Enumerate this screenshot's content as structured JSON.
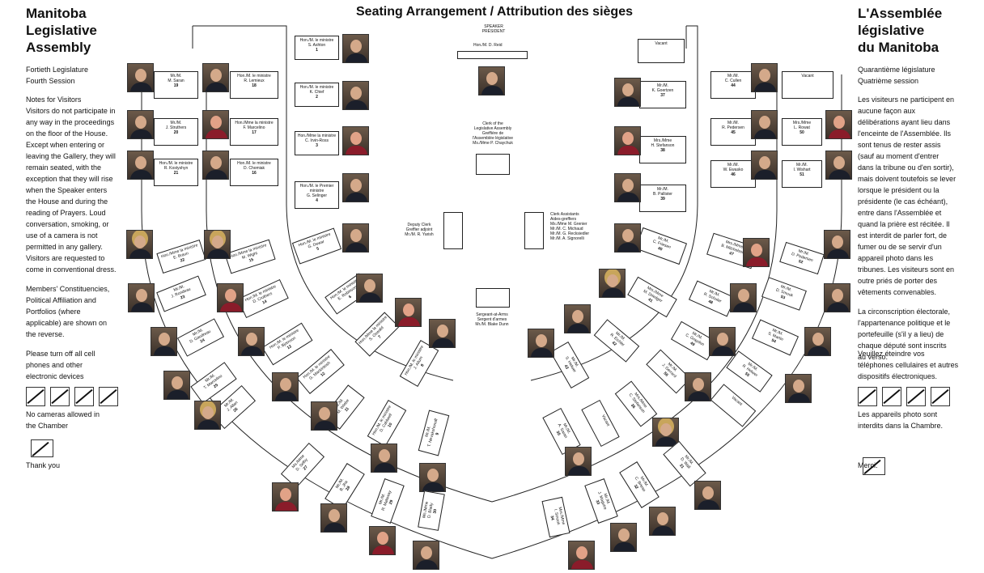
{
  "title": "Seating Arrangement / Attribution des sièges",
  "left": {
    "header": [
      "Manitoba",
      "Legislative",
      "Assembly"
    ],
    "session": [
      "Fortieth Legislature",
      "Fourth Session"
    ],
    "notes_title": "Notes for Visitors",
    "notes": "Visitors do not participate in any way in the proceedings on the floor of the House. Except when entering or leaving the Gallery, they will remain seated, with the exception that they will rise when the Speaker enters the House and during the reading of Prayers. Loud conversation, smoking, or use of a camera is not permitted in any gallery. Visitors are requested to come in conventional dress.",
    "members_note": "Members' Constituencies, Political Affiliation and Portfolios (where applicable) are shown on the reverse.",
    "phones": "Please turn off all cell phones and other electronic devices",
    "cameras": "No cameras allowed in the Chamber",
    "thanks": "Thank you"
  },
  "right": {
    "header": [
      "L'Assemblée",
      "législative",
      "du Manitoba"
    ],
    "session": [
      "Quarantième législature",
      "Quatrième session"
    ],
    "notes": "Les visiteurs ne participent en aucune façon aux délibérations ayant lieu dans l'enceinte de l'Assemblée. Ils sont tenus de rester assis (sauf au moment d'entrer dans la tribune ou d'en sortir), mais doivent toutefois se lever lorsque le président ou la présidente (le cas échéant), entre dans l'Assemblée et quand la prière est récitée. Il est interdit de parler fort, de fumer ou de se servir d'un appareil photo dans les tribunes. Les visiteurs sont en outre priés de porter des vêtements convenables.",
    "members_note": "La circonscription électorale, l'appartenance politique et le portefeuille (s'il y a lieu) de chaque député sont inscrits au verso.",
    "phones": "Veuillez éteindre vos téléphones cellulaires et autres dispositifs électroniques.",
    "cameras": "Les appareils photo sont interdits dans la Chambre.",
    "thanks": "Merci."
  },
  "center": {
    "speaker_title": [
      "SPEAKER",
      "PRÉSIDENT"
    ],
    "speaker_name": "Hon./M. D. Reid",
    "clerk": [
      "Clerk of the",
      "Legislative Assembly",
      "Greffière de",
      "l'Assemblée législative",
      "Ms./Mme P. Chaychuk"
    ],
    "deputy_clerk": [
      "Deputy Clerk",
      "Greffier adjoint",
      "Mr./M. R. Yarish"
    ],
    "clerk_assistants": [
      "Clerk Assistants",
      "Aides-greffiers",
      "Ms./Mme M. Grenier",
      "Mr./M. C. Michaud",
      "Mr./M. G. Recksiedler",
      "Mr./M. A. Signorelli"
    ],
    "sergeant": [
      "Sergeant-at-Arms",
      "Sergent d'armes",
      "Mr./M. Blake Dunn"
    ]
  },
  "seats": [
    {
      "label": "Mr./M.",
      "name": "M. Saran",
      "num": "19"
    },
    {
      "label": "Hon./M. le ministre",
      "name": "R. Lemieux",
      "num": "18"
    },
    {
      "label": "Mr./M.",
      "name": "J. Struthers",
      "num": "20"
    },
    {
      "label": "Hon./Mme la ministre",
      "name": "F. Marcelino",
      "num": "17"
    },
    {
      "label": "Hon./M. le ministre",
      "name": "R. Kostyshyn",
      "num": "21"
    },
    {
      "label": "Hon./M. le ministre",
      "name": "D. Chomiak",
      "num": "16"
    },
    {
      "label": "Hon./M. le ministre",
      "name": "S. Ashton",
      "num": "1"
    },
    {
      "label": "Hon./M. le ministre",
      "name": "K. Chief",
      "num": "2"
    },
    {
      "label": "Hon./Mme la ministre",
      "name": "C. Irvin-Ross",
      "num": "3"
    },
    {
      "label": "Hon./M. le Premier ministre",
      "name": "G. Selinger",
      "num": "4"
    },
    {
      "label": "Hon./M. le ministre",
      "name": "G. Dewar",
      "num": "5"
    },
    {
      "label": "Hon./Mme la ministre",
      "name": "E. Braun",
      "num": "22"
    },
    {
      "label": "Hon./Mme la ministre",
      "name": "M. Wight",
      "num": "15"
    },
    {
      "label": "Mr./M.",
      "name": "J. Rondeau",
      "num": "23"
    },
    {
      "label": "Hon./M. le ministre",
      "name": "D. Crothers",
      "num": "14"
    },
    {
      "label": "Mr./M.",
      "name": "D. Gaudreau",
      "num": "24"
    },
    {
      "label": "Hon./M. le ministre",
      "name": "P. Bjornson",
      "num": "13"
    },
    {
      "label": "Mr./M.",
      "name": "T. Marcelino",
      "num": "25"
    },
    {
      "label": "Hon./M. le ministre",
      "name": "G. Mackintosh",
      "num": "12"
    },
    {
      "label": "Mr./M.",
      "name": "J. Allan",
      "num": "26"
    },
    {
      "label": "Mr./M.",
      "name": "M. Wiebe",
      "num": "11"
    },
    {
      "label": "Hon./M. le ministre",
      "name": "E. Robinson",
      "num": "6"
    },
    {
      "label": "Hon./Mme la ministre",
      "name": "S. Oswald",
      "num": "7"
    },
    {
      "label": "Hon./M. le ministre",
      "name": "J. Allum",
      "num": "8"
    },
    {
      "label": "Hon./M. le ministre",
      "name": "D. Caldwell",
      "num": "10"
    },
    {
      "label": "Mr./M.",
      "name": "T. Nevakshonoff",
      "num": "9"
    },
    {
      "label": "Ms./Mme",
      "name": "D. Selby",
      "num": "27"
    },
    {
      "label": "Mr./M.",
      "name": "B. Jha",
      "num": "28"
    },
    {
      "label": "Mr./M.",
      "name": "R. Maloway",
      "num": "29"
    },
    {
      "label": "Ms./Mme",
      "name": "D. Blady",
      "num": "30"
    },
    {
      "label": "Vacant",
      "name": "",
      "num": ""
    },
    {
      "label": "Mr./M.",
      "name": "K. Goertzen",
      "num": "37"
    },
    {
      "label": "Mr./M.",
      "name": "C. Cullen",
      "num": "44"
    },
    {
      "label": "Vacant",
      "name": "",
      "num": ""
    },
    {
      "label": "Mrs./Mme",
      "name": "H. Stefanson",
      "num": "38"
    },
    {
      "label": "Mr./M.",
      "name": "R. Pedersen",
      "num": "45"
    },
    {
      "label": "Mrs./Mme",
      "name": "L. Rowat",
      "num": "50"
    },
    {
      "label": "Mr./M.",
      "name": "B. Pallister",
      "num": "39"
    },
    {
      "label": "Mr./M.",
      "name": "W. Ewasko",
      "num": "46"
    },
    {
      "label": "Mr./M.",
      "name": "I. Wishart",
      "num": "51"
    },
    {
      "label": "Mr./M.",
      "name": "C. Friesen",
      "num": "40"
    },
    {
      "label": "Mrs./Mme",
      "name": "B. Mitchelson",
      "num": "47"
    },
    {
      "label": "Mr./M.",
      "name": "D. Pedersen",
      "num": "52"
    },
    {
      "label": "Mrs./Mme",
      "name": "M. Driedger",
      "num": "41"
    },
    {
      "label": "Mr./M.",
      "name": "R. Schuler",
      "num": "48"
    },
    {
      "label": "Mr./M.",
      "name": "D. Smook",
      "num": "53"
    },
    {
      "label": "Mr./M.",
      "name": "R. Eichler",
      "num": "42"
    },
    {
      "label": "Mr./M.",
      "name": "C. Graydon",
      "num": "49"
    },
    {
      "label": "Mr./M.",
      "name": "S. Martin",
      "num": "54"
    },
    {
      "label": "Mr./M.",
      "name": "S. Helwer",
      "num": "43"
    },
    {
      "label": "Mr./M.",
      "name": "J. Gerrard",
      "num": "56"
    },
    {
      "label": "Mr./M.",
      "name": "R. Helwer",
      "num": "55"
    },
    {
      "label": "Mrs./Mme",
      "name": "C. Stefanson",
      "num": "36"
    },
    {
      "label": "Vacant",
      "name": "",
      "num": ""
    },
    {
      "label": "Mr./M.",
      "name": "A. Saran",
      "num": "35"
    },
    {
      "label": "Vacant",
      "name": "",
      "num": ""
    },
    {
      "label": "Mr./M.",
      "name": "D. Wall",
      "num": "31"
    },
    {
      "label": "Mr./M.",
      "name": "C. Briese",
      "num": "32"
    },
    {
      "label": "Mr./M.",
      "name": "J. Maguire",
      "num": "33"
    },
    {
      "label": "Mrs./Mme",
      "name": "I. Smook",
      "num": "34"
    }
  ]
}
